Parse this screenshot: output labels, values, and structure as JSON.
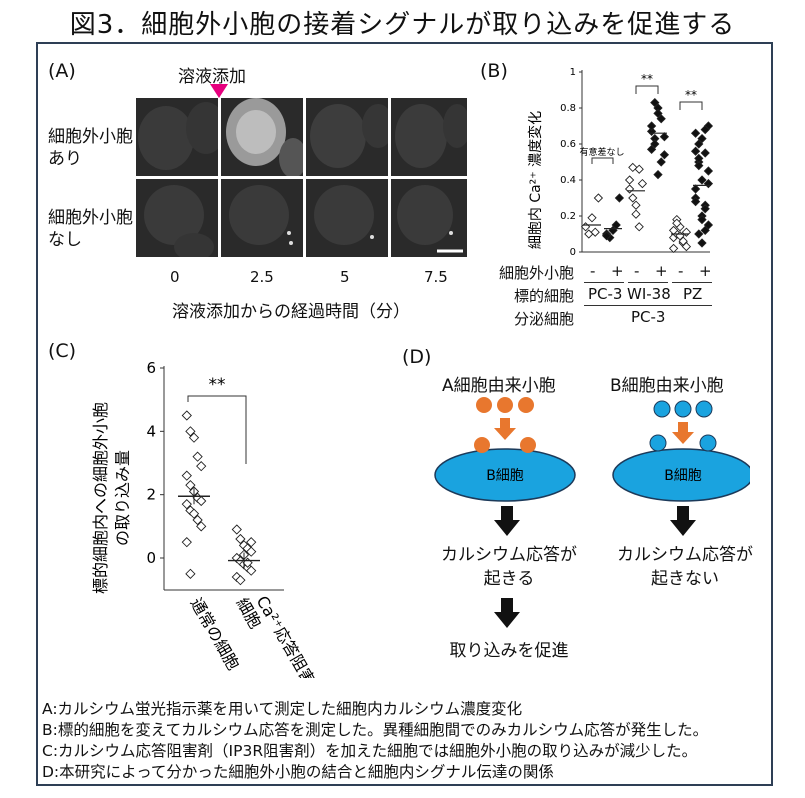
{
  "title": "図3．細胞外小胞の接着シグナルが取り込みを促進する",
  "panelA": {
    "label": "(A)",
    "addition_label": "溶液添加",
    "row_labels": [
      [
        "細胞外小胞",
        "あり"
      ],
      [
        "細胞外小胞",
        "なし"
      ]
    ],
    "time_ticks": [
      "0",
      "2.5",
      "5",
      "7.5"
    ],
    "xlabel": "溶液添加からの経過時間（分）"
  },
  "panelB": {
    "label": "(B)",
    "ylabel": "細胞内 Ca²⁺ 濃度変化",
    "yticks": [
      "0",
      "0.2",
      "0.4",
      "0.6",
      "0.8",
      "1"
    ],
    "ns_label": "有意差なし",
    "sig1": "**",
    "sig2": "**",
    "row1_label": "細胞外小胞",
    "row1_vals": [
      "-",
      "+",
      "-",
      "+",
      "-",
      "+"
    ],
    "row2_label": "標的細胞",
    "row2_vals": [
      "PC-3",
      "WI-38",
      "PZ"
    ],
    "row3_label": "分泌細胞",
    "row3_val": "PC-3"
  },
  "panelC": {
    "label": "(C)",
    "ylabel_line1": "標的細胞内への細胞外小胞",
    "ylabel_line2": "の取り込み量",
    "yticks": [
      "0",
      "2",
      "4",
      "6"
    ],
    "sig": "**",
    "cat1": "通常の細胞",
    "cat2_line1": "細胞",
    "cat2_line2": "Ca²⁺応答阻害"
  },
  "panelD": {
    "label": "(D)",
    "left_title": "A細胞由来小胞",
    "right_title": "B細胞由来小胞",
    "cell_label": "B細胞",
    "left_result": [
      "カルシウム応答が",
      "起きる"
    ],
    "right_result": [
      "カルシウム応答が",
      "起きない"
    ],
    "final": "取り込みを促進",
    "colors": {
      "left_vesicle": "#e8772e",
      "right_vesicle": "#1aa3df",
      "cell": "#1aa3df",
      "arrow": "#e8772e"
    }
  },
  "chart_data": [
    {
      "type": "scatter",
      "panel": "B",
      "ylabel": "細胞内 Ca²⁺ 濃度変化",
      "ylim": [
        0,
        1
      ],
      "categories": [
        "PC-3 -",
        "PC-3 +",
        "WI-38 -",
        "WI-38 +",
        "PZ -",
        "PZ +"
      ],
      "series": [
        {
          "values": [
            [
              0.14,
              0.1,
              0.19,
              0.11,
              0.3
            ],
            [
              0.1,
              0.08,
              0.12,
              0.15,
              0.3,
              0.09
            ],
            [
              0.35,
              0.47,
              0.21,
              0.14,
              0.38,
              0.4,
              0.3,
              0.26,
              0.46
            ],
            [
              0.67,
              0.63,
              0.8,
              0.74,
              0.54,
              0.7,
              0.6,
              0.77,
              0.5,
              0.64,
              0.57,
              0.83,
              0.43
            ],
            [
              0.08,
              0.1,
              0.14,
              0.05,
              0.03,
              0.12,
              0.18,
              0.09,
              0.06,
              0.11,
              0.02,
              0.16
            ],
            [
              0.66,
              0.5,
              0.4,
              0.26,
              0.7,
              0.3,
              0.6,
              0.2,
              0.55,
              0.45,
              0.35,
              0.1,
              0.63,
              0.24,
              0.15,
              0.56,
              0.48,
              0.05,
              0.68,
              0.38,
              0.28,
              0.52,
              0.18,
              0.12
            ]
          ]
        }
      ],
      "means": [
        0.15,
        0.13,
        0.34,
        0.66,
        0.1,
        0.37
      ]
    },
    {
      "type": "scatter",
      "panel": "C",
      "ylabel": "標的細胞内への細胞外小胞の取り込み量",
      "ylim": [
        -1,
        6
      ],
      "categories": [
        "通常の細胞",
        "Ca²⁺応答阻害細胞"
      ],
      "series": [
        {
          "values": [
            [
              4.5,
              4.0,
              3.8,
              3.2,
              2.9,
              2.6,
              2.3,
              2.1,
              1.9,
              1.8,
              1.7,
              1.5,
              1.4,
              1.2,
              1.0,
              0.5,
              -0.5
            ],
            [
              0.9,
              0.6,
              0.4,
              0.3,
              0.2,
              0.0,
              -0.1,
              -0.2,
              -0.3,
              -0.4,
              -0.6,
              -0.7,
              0.1,
              -0.15,
              0.5
            ]
          ]
        }
      ],
      "means": [
        1.95,
        -0.08
      ]
    }
  ],
  "captions": [
    "A:カルシウム蛍光指示薬を用いて測定した細胞内カルシウム濃度変化",
    "B:標的細胞を変えてカルシウム応答を測定した。異種細胞間でのみカルシウム応答が発生した。",
    "C:カルシウム応答阻害剤（IP3R阻害剤）を加えた細胞では細胞外小胞の取り込みが減少した。",
    "D:本研究によって分かった細胞外小胞の結合と細胞内シグナル伝達の関係"
  ]
}
